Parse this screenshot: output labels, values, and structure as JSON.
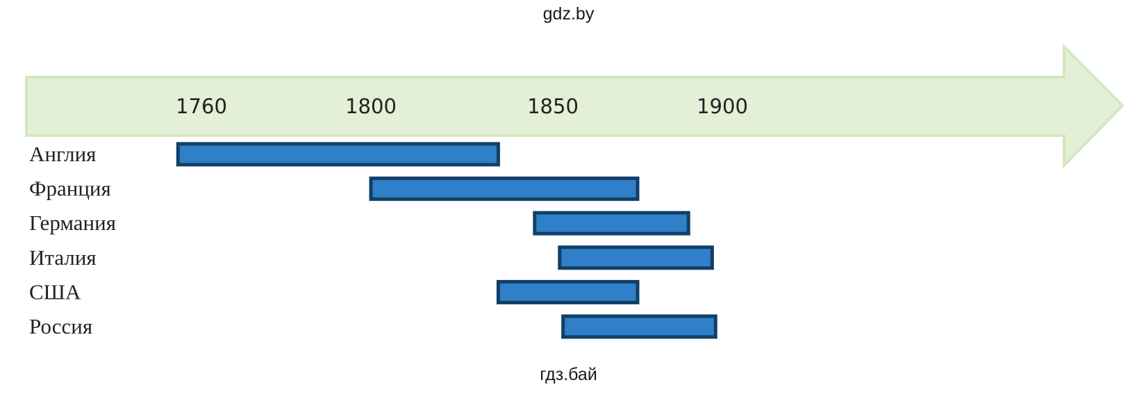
{
  "watermarks": {
    "top": "gdz.by",
    "bottom": "гдз.бай"
  },
  "colors": {
    "arrow_fill": "#e3efd6",
    "arrow_stroke": "#d3e7c1",
    "bar_fill": "#2f7fc9",
    "bar_stroke": "#113f66"
  },
  "chart_data": {
    "type": "bar",
    "orientation": "horizontal-timeline",
    "title": "",
    "xlabel": "",
    "ylabel": "",
    "x_ticks": [
      1760,
      1800,
      1850,
      1900
    ],
    "categories": [
      "Англия",
      "Франция",
      "Германия",
      "Италия",
      "США",
      "Россия"
    ],
    "series": [
      {
        "values": [
          [
            1750,
            1835
          ],
          [
            1800,
            1875
          ],
          [
            1845,
            1890
          ],
          [
            1852,
            1897
          ],
          [
            1835,
            1875
          ],
          [
            1853,
            1898
          ]
        ]
      }
    ],
    "grid": false,
    "legend": "none"
  }
}
